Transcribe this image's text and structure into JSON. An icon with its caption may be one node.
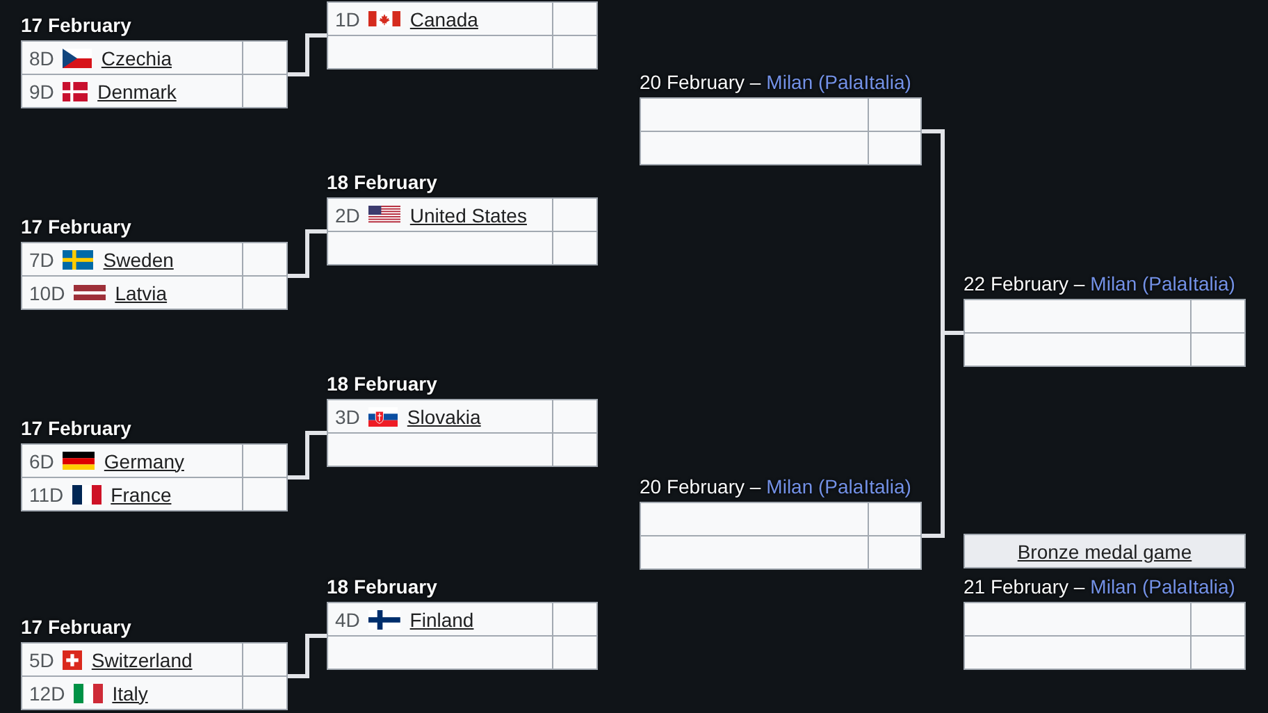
{
  "diagram": {
    "nodes": [
      {
        "text": [
          "17 February",
          "8D",
          "Czechia",
          "9D",
          "Denmark"
        ]
      },
      {
        "text": [
          "17 February",
          "7D",
          "Sweden",
          "10D",
          "Latvia"
        ]
      },
      {
        "text": [
          "17 February",
          "6D",
          "Germany",
          "11D",
          "France"
        ]
      },
      {
        "text": [
          "17 February",
          "5D",
          "Switzerland",
          "12D",
          "Italy"
        ]
      },
      {
        "text": [
          "1D",
          "Canada"
        ]
      },
      {
        "text": [
          "18 February",
          "2D",
          "United States"
        ]
      },
      {
        "text": [
          "18 February",
          "3D",
          "Slovakia"
        ]
      },
      {
        "text": [
          "18 February",
          "4D",
          "Finland"
        ]
      },
      {
        "text": [
          "20 February –",
          "Milan (PalaItalia)"
        ]
      },
      {
        "text": [
          "20 February –",
          "Milan (PalaItalia)"
        ]
      },
      {
        "text": [
          "22 February –",
          "Milan (PalaItalia)"
        ]
      },
      {
        "text": [
          "Bronze medal game"
        ]
      },
      {
        "text": [
          "21 February –",
          "Milan (PalaItalia)"
        ]
      }
    ],
    "edges": [
      {
        "from": 0,
        "to": 4,
        "arrow": "none"
      },
      {
        "from": 1,
        "to": 5,
        "arrow": "none"
      },
      {
        "from": 2,
        "to": 6,
        "arrow": "none"
      },
      {
        "from": 3,
        "to": 7,
        "arrow": "none"
      },
      {
        "from": 8,
        "to": 10,
        "arrow": "none"
      },
      {
        "from": 9,
        "to": 10,
        "arrow": "none"
      }
    ]
  }
}
